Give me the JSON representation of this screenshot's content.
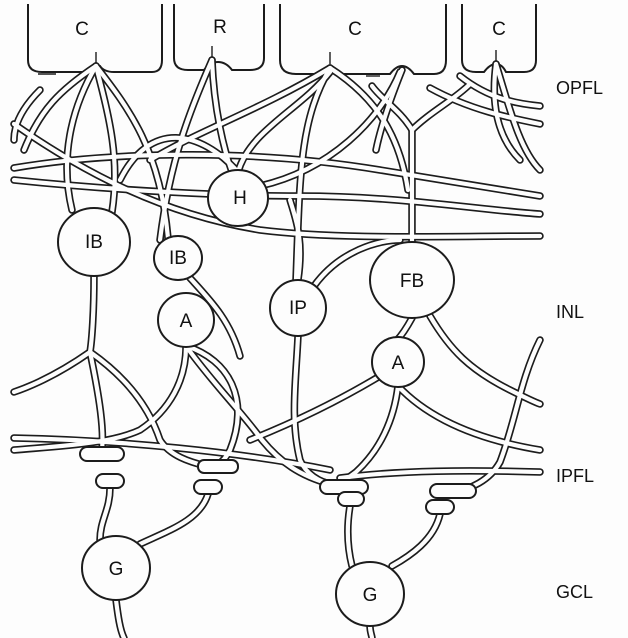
{
  "photoreceptors": [
    {
      "id": "cone-1",
      "label": "C"
    },
    {
      "id": "rod-1",
      "label": "R"
    },
    {
      "id": "cone-2",
      "label": "C"
    },
    {
      "id": "cone-3",
      "label": "C"
    }
  ],
  "cells": [
    {
      "id": "horizontal",
      "label": "H"
    },
    {
      "id": "bipolar-ib-1",
      "label": "IB"
    },
    {
      "id": "bipolar-ib-2",
      "label": "IB"
    },
    {
      "id": "bipolar-ip",
      "label": "IP"
    },
    {
      "id": "bipolar-fb",
      "label": "FB"
    },
    {
      "id": "amacrine-1",
      "label": "A"
    },
    {
      "id": "amacrine-2",
      "label": "A"
    },
    {
      "id": "ganglion-1",
      "label": "G"
    },
    {
      "id": "ganglion-2",
      "label": "G"
    }
  ],
  "layers": [
    {
      "id": "opfl",
      "label": "OPFL"
    },
    {
      "id": "inl",
      "label": "INL"
    },
    {
      "id": "ipfl",
      "label": "IPFL"
    },
    {
      "id": "gcl",
      "label": "GCL"
    }
  ],
  "colors": {
    "ink": "#1c1c1c",
    "paper": "#fdfdfd"
  }
}
